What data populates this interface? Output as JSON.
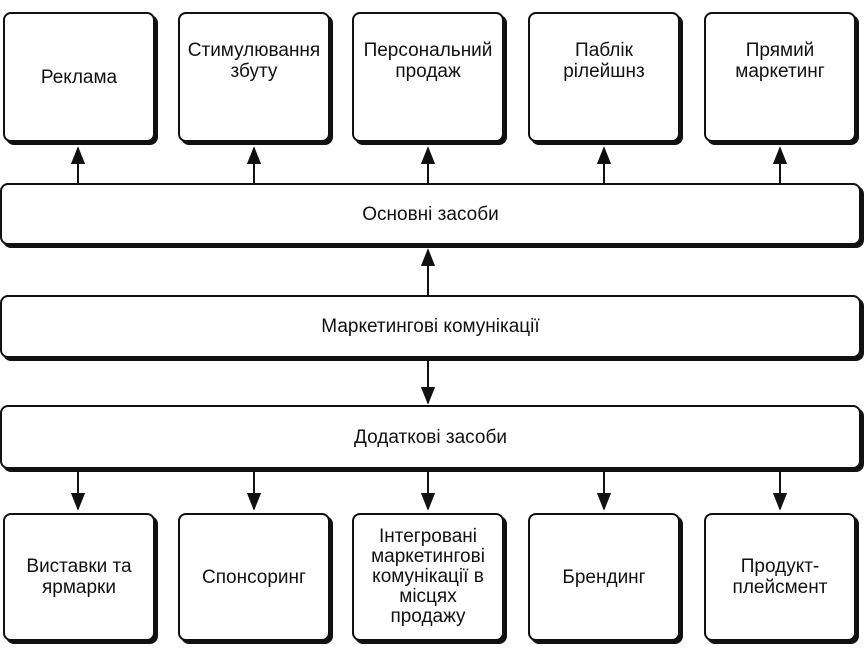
{
  "top_boxes": [
    "Реклама",
    "Стимулювання\nзбуту",
    "Персональний\nпродаж",
    "Паблік\nрілейшнз",
    "Прямий\nмаркетинг"
  ],
  "main_means": "Основні засоби",
  "marketing_communications": "Маркетингові комунікації",
  "additional_means": "Додаткові засоби",
  "bottom_boxes": [
    "Виставки та\nярмарки",
    "Спонсоринг",
    "Інтегровані\nмаркетингові\nкомунікації в\nмісцях\nпродажу",
    "Брендинг",
    "Продукт-\nплейсмент"
  ]
}
